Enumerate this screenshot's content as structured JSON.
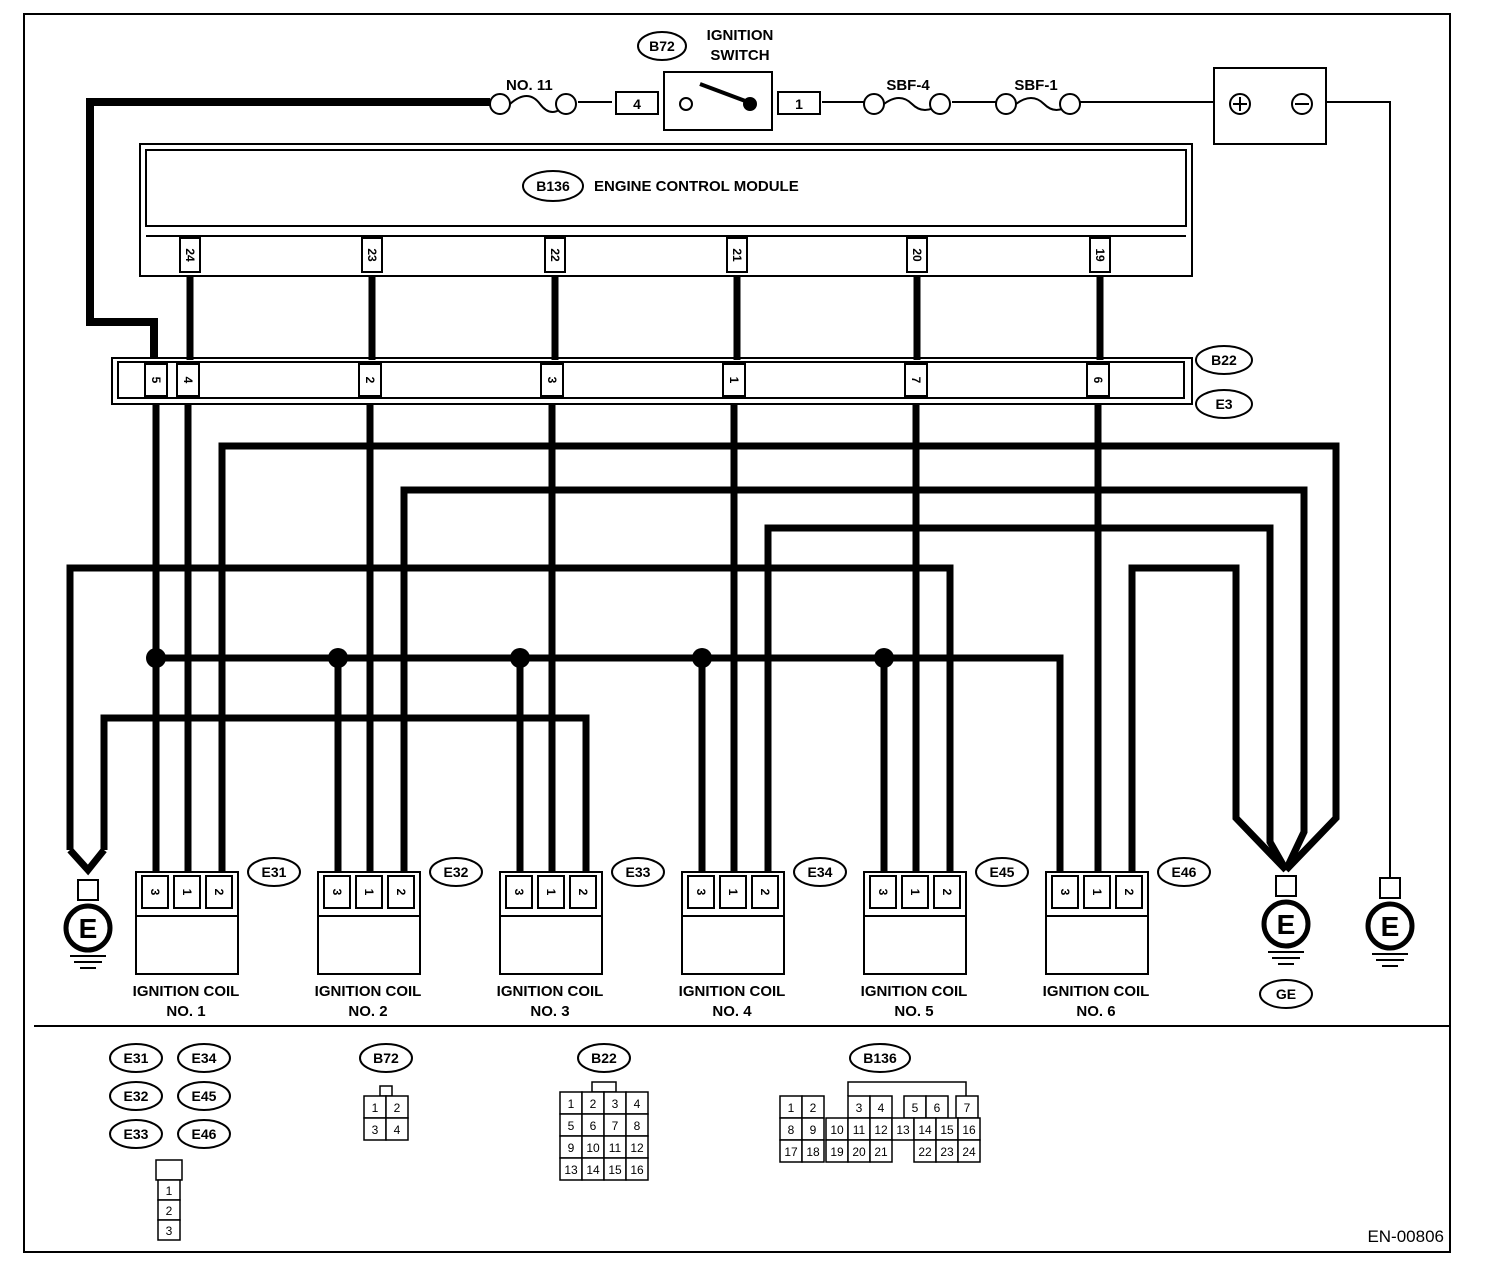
{
  "figure_id": "EN-00806",
  "power": {
    "fuse_no11": "NO. 11",
    "ignition_switch": {
      "code": "B72",
      "label_line1": "IGNITION",
      "label_line2": "SWITCH",
      "pin_in": "4",
      "pin_out": "1"
    },
    "sbf4": "SBF-4",
    "sbf1": "SBF-1"
  },
  "ecm": {
    "code": "B136",
    "label": "ENGINE CONTROL MODULE",
    "pins": [
      "24",
      "23",
      "22",
      "21",
      "20",
      "19"
    ]
  },
  "junction": {
    "code_top": "B22",
    "code_bottom": "E3",
    "pins": [
      "5",
      "4",
      "2",
      "3",
      "1",
      "7",
      "6"
    ]
  },
  "coils": [
    {
      "code": "E31",
      "line1": "IGNITION COIL",
      "line2": "NO. 1"
    },
    {
      "code": "E32",
      "line1": "IGNITION COIL",
      "line2": "NO. 2"
    },
    {
      "code": "E33",
      "line1": "IGNITION COIL",
      "line2": "NO. 3"
    },
    {
      "code": "E34",
      "line1": "IGNITION COIL",
      "line2": "NO. 4"
    },
    {
      "code": "E45",
      "line1": "IGNITION COIL",
      "line2": "NO. 5"
    },
    {
      "code": "E46",
      "line1": "IGNITION COIL",
      "line2": "NO. 6"
    }
  ],
  "coil_pins": [
    "3",
    "1",
    "2"
  ],
  "ground_symbol": "E",
  "ground_label": "GE",
  "connectors": {
    "coil_group_codes": [
      "E31",
      "E34",
      "E32",
      "E45",
      "E33",
      "E46"
    ],
    "coil_pin_column": [
      "1",
      "2",
      "3"
    ],
    "b72": {
      "code": "B72",
      "cells": [
        "1",
        "2",
        "3",
        "4"
      ]
    },
    "b22": {
      "code": "B22",
      "cells": [
        "1",
        "2",
        "3",
        "4",
        "5",
        "6",
        "7",
        "8",
        "9",
        "10",
        "11",
        "12",
        "13",
        "14",
        "15",
        "16"
      ]
    },
    "b136": {
      "code": "B136",
      "rows": [
        [
          "1",
          "2",
          "3",
          "4",
          "5",
          "6",
          "7"
        ],
        [
          "8",
          "9",
          "10",
          "11",
          "12",
          "13",
          "14",
          "15",
          "16"
        ],
        [
          "17",
          "18",
          "19",
          "20",
          "21",
          "22",
          "23",
          "24"
        ]
      ]
    }
  }
}
